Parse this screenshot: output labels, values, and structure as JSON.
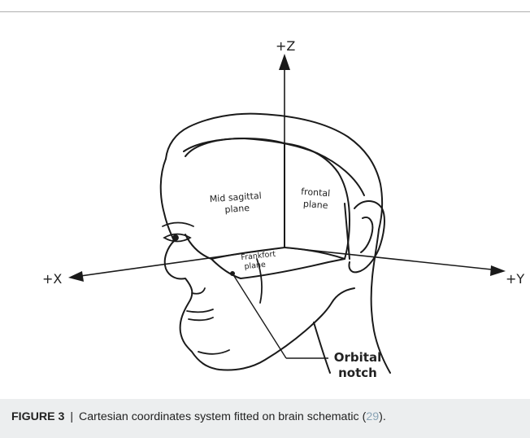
{
  "diagram": {
    "axis_z_label": "+Z",
    "axis_x_label": "+X",
    "axis_y_label": "+Y",
    "plane_mid_sagittal": [
      "Mid sagittal",
      "plane"
    ],
    "plane_frontal": [
      "frontal",
      "plane"
    ],
    "plane_frankfort": [
      "Frankfort",
      "plane"
    ],
    "orbital_notch": [
      "Orbital",
      "notch"
    ]
  },
  "caption": {
    "figure_label": "FIGURE 3",
    "separator": "|",
    "text": "Cartesian coordinates system fitted on brain schematic (",
    "reference": "29",
    "suffix": ")."
  }
}
